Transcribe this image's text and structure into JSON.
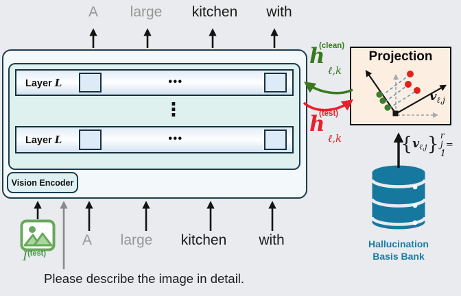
{
  "diagram": {
    "tokens_top": [
      "A",
      "large",
      "kitchen",
      "with"
    ],
    "tokens_bottom": [
      "A",
      "large",
      "kitchen",
      "with"
    ],
    "model": {
      "layers": [
        {
          "label": "Layer",
          "var": "L",
          "ellipsis": "•••"
        },
        {
          "label": "Layer",
          "var": "L",
          "ellipsis": "•••"
        }
      ],
      "vdots": "⋮",
      "vision_encoder": "Vision Encoder"
    },
    "image_input": {
      "var": "I",
      "sup": "(test)"
    },
    "prompt": "Please describe the image in detail.",
    "hidden_clean": {
      "var": "h",
      "sup": "(clean)",
      "sub": "ℓ,k"
    },
    "hidden_test": {
      "var": "h",
      "sup": "(test)",
      "sub": "ℓ,k"
    },
    "projection": {
      "title": "Projection",
      "basis_vector": {
        "var": "v",
        "sub": "ℓ,j"
      }
    },
    "basis_set": {
      "open": "{",
      "var": "v",
      "sub": "ℓ,j",
      "close": "}",
      "sup": "r",
      "under": "j = 1"
    },
    "bank": {
      "line1": "Hallucination",
      "line2": "Basis Bank"
    },
    "colors": {
      "clean_green": "#3a7a1f",
      "test_red": "#e8202c",
      "bank_teal": "#1a7ca6",
      "token_muted": "#969696",
      "token_dark": "#1a1a1a",
      "projection_bg": "#fcefe2",
      "blue_dash": "#5b9bd5",
      "green_point": "#3e7d2b",
      "red_point": "#e3211c"
    }
  }
}
